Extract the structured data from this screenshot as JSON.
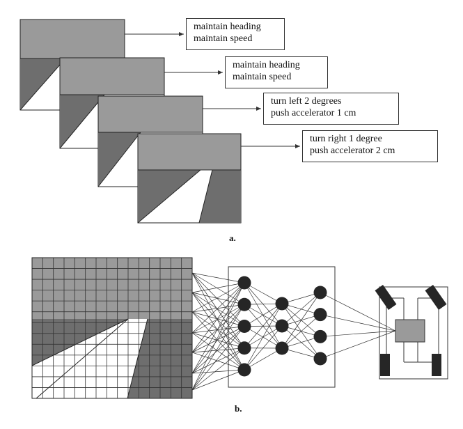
{
  "panel_a": {
    "frames": [
      {
        "action_line1": "maintain heading",
        "action_line2": "maintain speed"
      },
      {
        "action_line1": "maintain heading",
        "action_line2": "maintain speed"
      },
      {
        "action_line1": "turn left 2 degrees",
        "action_line2": "push accelerator 1 cm"
      },
      {
        "action_line1": "turn right 1 degree",
        "action_line2": "push accelerator 2 cm"
      }
    ],
    "caption": "a."
  },
  "panel_b": {
    "network_layers": [
      5,
      3,
      4
    ],
    "caption": "b."
  },
  "colors": {
    "sky": "#9a9a9a",
    "dark_ground": "#6e6e6e",
    "road": "#ffffff",
    "node": "#262626",
    "outline": "#222222"
  }
}
